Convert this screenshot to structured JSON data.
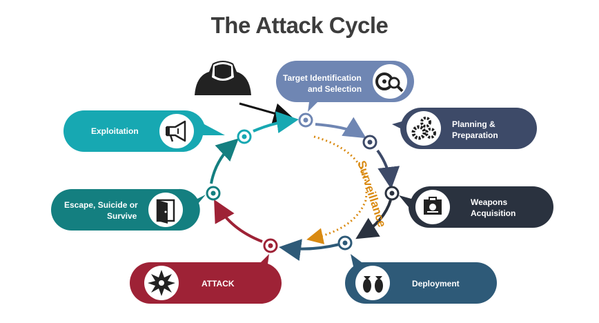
{
  "title": "The Attack Cycle",
  "center_label": "Surveillance",
  "stages": [
    {
      "id": "target",
      "line1": "Target Identification",
      "line2": "and Selection",
      "color": "#6f86b3",
      "icon": "magnifier-target-icon"
    },
    {
      "id": "planning",
      "line1": "Planning &",
      "line2": "Preparation",
      "color": "#3d4a68",
      "icon": "gears-icon"
    },
    {
      "id": "weapons",
      "line1": "Weapons",
      "line2": "Acquisition",
      "color": "#2a323f",
      "icon": "skull-crate-icon"
    },
    {
      "id": "deployment",
      "line1": "Deployment",
      "line2": "",
      "color": "#2e5a78",
      "icon": "bombs-icon"
    },
    {
      "id": "attack",
      "line1": "ATTACK",
      "line2": "",
      "color": "#9e2236",
      "icon": "explosion-icon"
    },
    {
      "id": "escape",
      "line1": "Escape, Suicide or",
      "line2": "Survive",
      "color": "#147f80",
      "icon": "door-icon"
    },
    {
      "id": "exploitation",
      "line1": "Exploitation",
      "line2": "",
      "color": "#17a8b2",
      "icon": "megaphone-icon"
    }
  ],
  "colors": {
    "surveillance": "#d98a12",
    "hacker": "#222222"
  }
}
